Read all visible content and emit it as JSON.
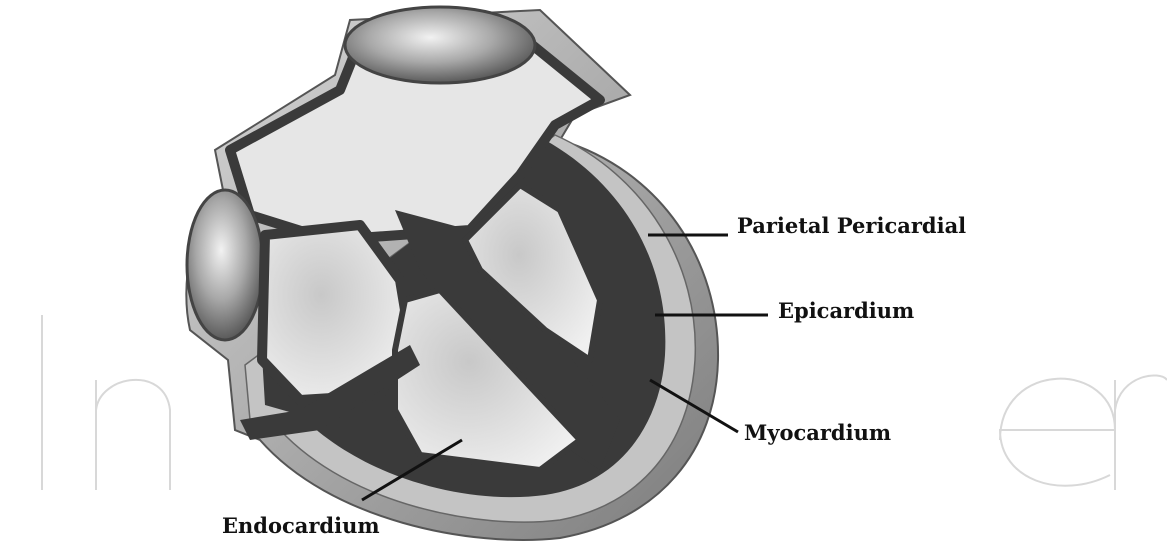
{
  "diagram": {
    "subject": "heart-wall-cross-section",
    "labels": {
      "parietal_pericardial": "Parietal Pericardial",
      "epicardium": "Epicardium",
      "myocardium": "Myocardium",
      "endocardium": "Endocardium"
    },
    "watermark": "IntechOpen"
  },
  "colors": {
    "background": "#ffffff",
    "label_text": "#111111",
    "myocardium_dark": "#3a3a3a",
    "chamber_light": "#dcdcdc",
    "pericardium_grey": "#9a9a9a",
    "watermark_stroke": "#d8d8d8"
  }
}
